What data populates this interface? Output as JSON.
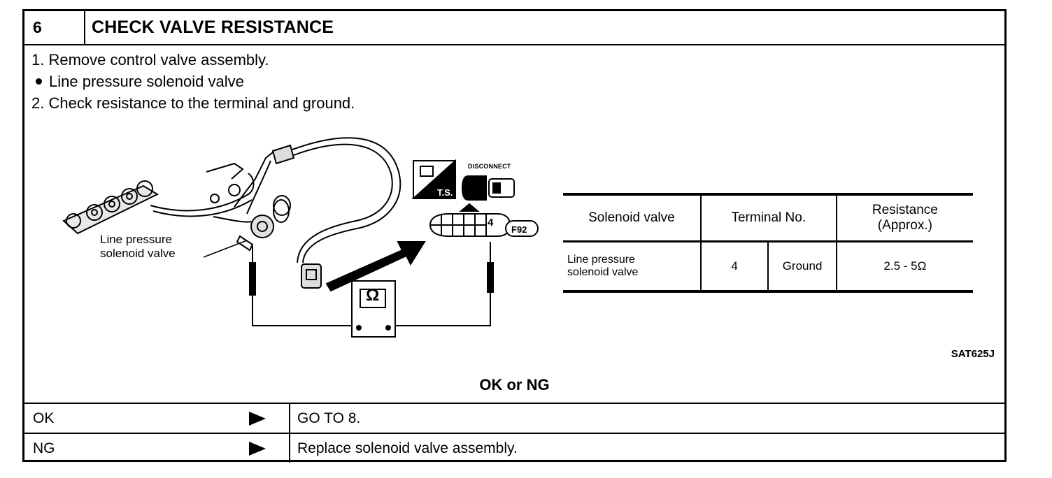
{
  "header": {
    "step_number": "6",
    "title": "CHECK VALVE RESISTANCE"
  },
  "steps": [
    {
      "marker": "1.",
      "text": "Remove control valve assembly."
    },
    {
      "marker": "•",
      "text": "Line pressure solenoid valve"
    },
    {
      "marker": "2.",
      "text": "Check resistance to the terminal and ground."
    }
  ],
  "figure": {
    "callout_line1": "Line pressure",
    "callout_line2": "solenoid valve",
    "disconnect_label": "DISCONNECT",
    "ts_label": "T.S.",
    "terminal_number": "4",
    "connector_code": "F92",
    "meter_symbol": "Ω",
    "figure_code": "SAT625J"
  },
  "spec_table": {
    "headers": {
      "valve": "Solenoid valve",
      "terminal": "Terminal No.",
      "resistance_line1": "Resistance",
      "resistance_line2": "(Approx.)"
    },
    "row": {
      "valve_line1": "Line pressure",
      "valve_line2": "solenoid valve",
      "terminal": "4",
      "ground": "Ground",
      "resistance": "2.5 - 5Ω"
    }
  },
  "decision": "OK or NG",
  "results": [
    {
      "key": "OK",
      "action": "GO TO 8."
    },
    {
      "key": "NG",
      "action": "Replace solenoid valve assembly."
    }
  ]
}
